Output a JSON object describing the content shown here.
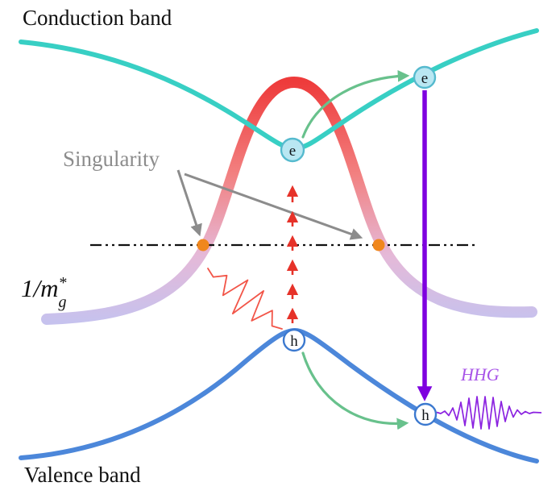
{
  "labels": {
    "conduction_band": "Conduction band",
    "valence_band": "Valence band",
    "singularity": "Singularity",
    "inverse_mass_base": "1/m",
    "inverse_mass_sup": "*",
    "inverse_mass_sub": "g",
    "hhg": "HHG"
  },
  "particles": {
    "electron": "e",
    "hole": "h"
  },
  "colors": {
    "background": "#ffffff",
    "text": "#111111",
    "conduction_band": "#38cfc4",
    "valence_band": "#4c87da",
    "inverse_mass_top": "#ee3b3b",
    "inverse_mass_mid1": "#f28080",
    "inverse_mass_mid2": "#e5b9d8",
    "inverse_mass_bottom": "#c6c2ee",
    "excitation_arrow": "#e63229",
    "laser_pulse": "#f25548",
    "recombination_arrow": "#7e00df",
    "hhg_label": "#a855e8",
    "hhg_wave": "#8b22e0",
    "transport_arrow": "#68c18c",
    "singularity_dot": "#f0871d",
    "annotation": "#8c8c8c",
    "dashline": "#111111",
    "electron_fill": "#b9e7f2",
    "electron_stroke": "#55bace",
    "hole_fill": "#ffffff",
    "hole_stroke": "#3c79cf",
    "symbol_text": "#101418"
  }
}
